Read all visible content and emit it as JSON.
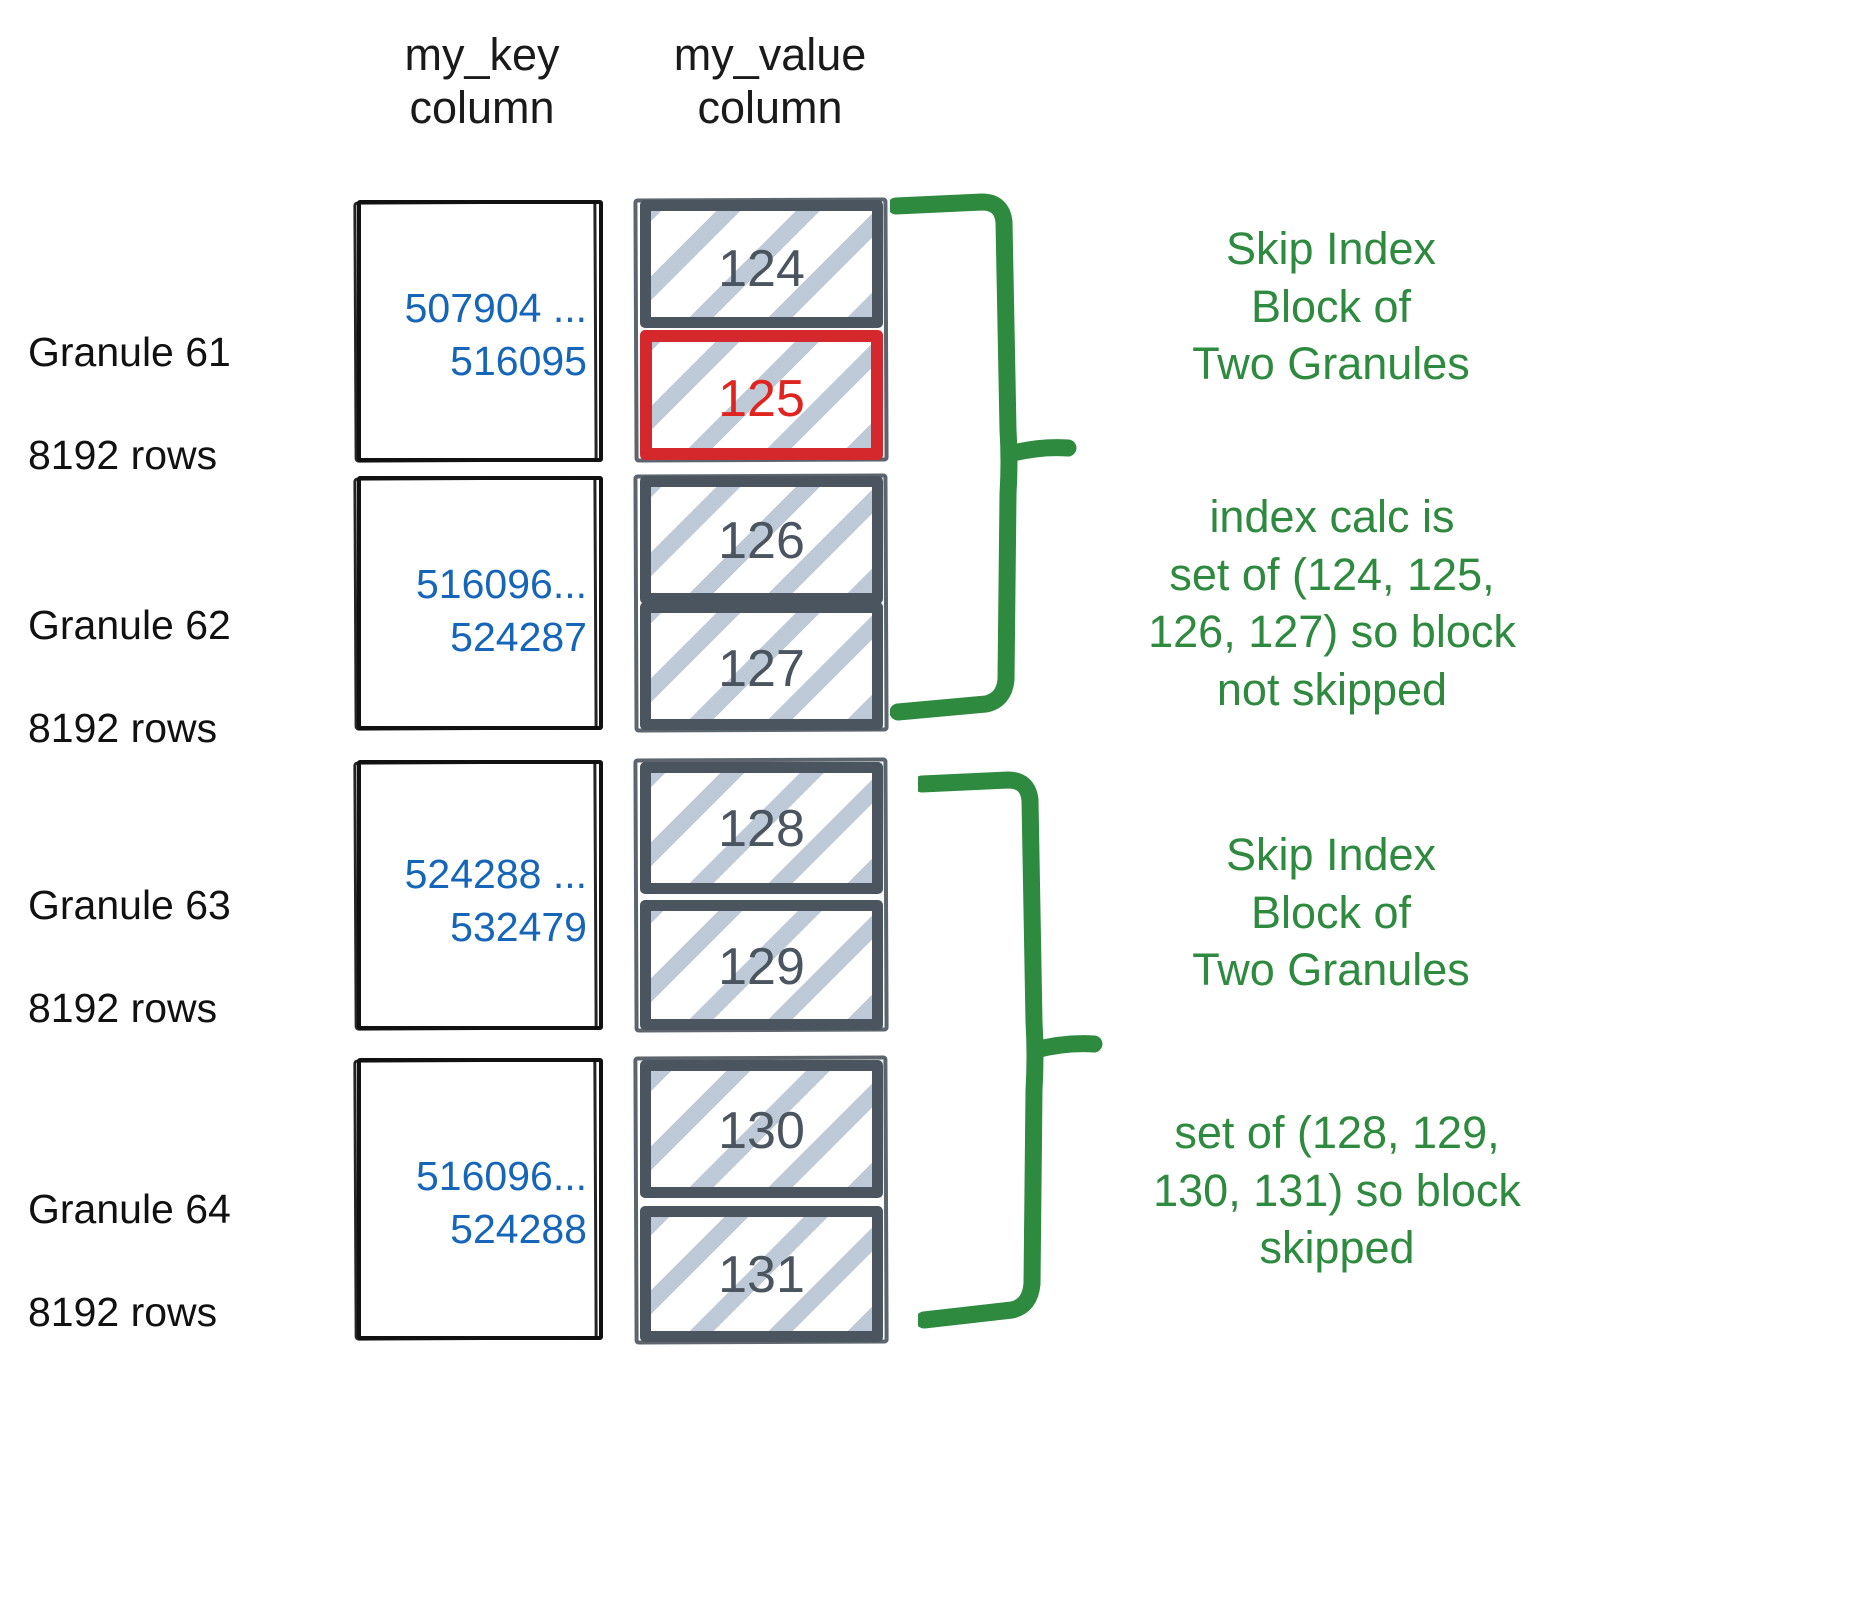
{
  "headers": {
    "key_column": "my_key\ncolumn",
    "value_column": "my_value\ncolumn"
  },
  "colors": {
    "key_text": "#1565b8",
    "block_border": "#4a555f",
    "block_hatch": "#b2c0d0",
    "flag_red": "#d4282c",
    "annotation_green": "#2d8a3e",
    "label_black": "#111111"
  },
  "granules": [
    {
      "name": "Granule 61",
      "rows": "8192 rows",
      "key_range": "507904 ...\n516095",
      "values": [
        {
          "value": "124",
          "flagged": false
        },
        {
          "value": "125",
          "flagged": true
        }
      ]
    },
    {
      "name": "Granule 62",
      "rows": "8192 rows",
      "key_range": "516096...\n524287",
      "values": [
        {
          "value": "126",
          "flagged": false
        },
        {
          "value": "127",
          "flagged": false
        }
      ]
    },
    {
      "name": "Granule 63",
      "rows": "8192 rows",
      "key_range": "524288 ...\n532479",
      "values": [
        {
          "value": "128",
          "flagged": false
        },
        {
          "value": "129",
          "flagged": false
        }
      ]
    },
    {
      "name": "Granule 64",
      "rows": "8192 rows",
      "key_range": "516096...\n524288",
      "values": [
        {
          "value": "130",
          "flagged": false
        },
        {
          "value": "131",
          "flagged": false
        }
      ]
    }
  ],
  "annotations": [
    {
      "id": "block1-title",
      "text": "Skip Index\nBlock of\nTwo Granules"
    },
    {
      "id": "block1-detail",
      "text": "index calc is\nset of (124, 125,\n126, 127) so block\nnot skipped"
    },
    {
      "id": "block2-title",
      "text": "Skip Index\nBlock of\nTwo Granules"
    },
    {
      "id": "block2-detail",
      "text": "set of (128, 129,\n130, 131) so block\nskipped"
    }
  ]
}
